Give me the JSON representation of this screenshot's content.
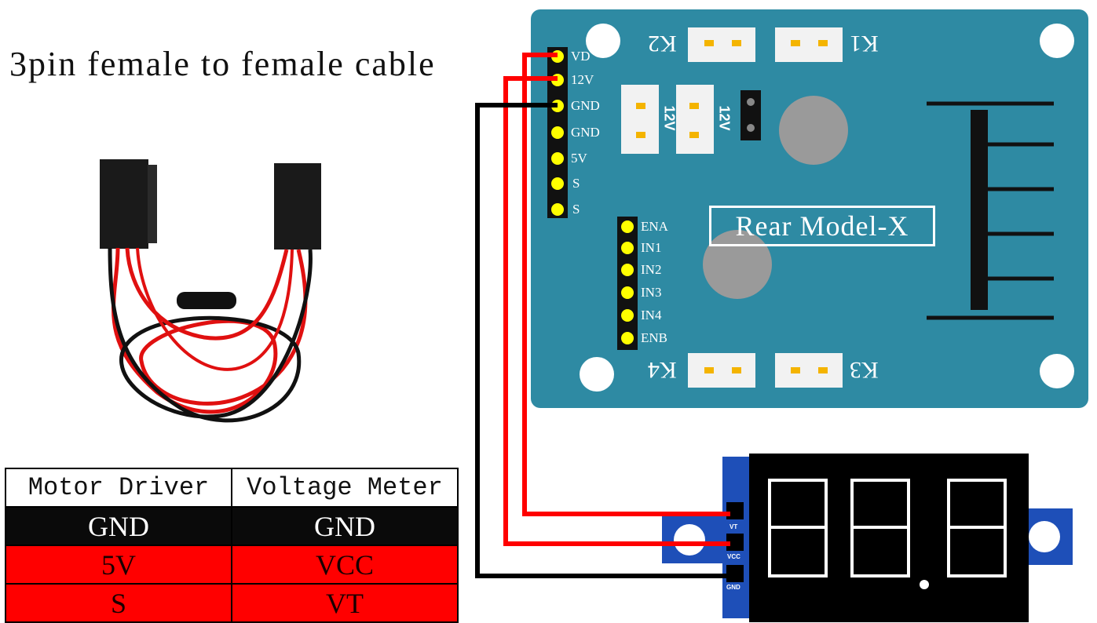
{
  "title": "3pin female to female cable",
  "board": {
    "label": "Rear Model-X",
    "header_pins": [
      "VD",
      "12V",
      "GND",
      "GND",
      "5V",
      "S",
      "S"
    ],
    "control_pins": [
      "ENA",
      "IN1",
      "IN2",
      "IN3",
      "IN4",
      "ENB"
    ],
    "terminals": [
      "K2",
      "K1",
      "K4",
      "K3"
    ],
    "jumper_labels": [
      "12V",
      "12V"
    ],
    "color": "#2e8aa3"
  },
  "meter": {
    "pins": [
      "VT",
      "VCC",
      "GND"
    ],
    "bracket_color": "#1e4fb8"
  },
  "table": {
    "headers": [
      "Motor Driver",
      "Voltage Meter"
    ],
    "rows": [
      [
        "GND",
        "GND"
      ],
      [
        "5V",
        "VCC"
      ],
      [
        "S",
        "VT"
      ]
    ]
  },
  "colors": {
    "wire_red": "#ff0000",
    "wire_black": "#000000",
    "pin_yellow": "#ffff00"
  }
}
